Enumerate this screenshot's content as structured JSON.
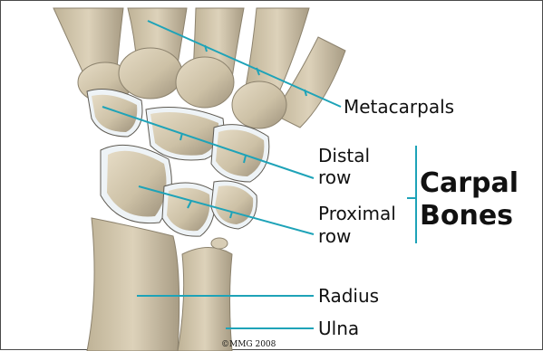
{
  "labels": {
    "metacarpals": "Metacarpals",
    "distal": "Distal",
    "distal_row": "row",
    "proximal": "Proximal",
    "proximal_row": "row",
    "radius": "Radius",
    "ulna": "Ulna",
    "carpal": "Carpal",
    "bones": "Bones"
  },
  "copyright": "©MMG 2008",
  "colors": {
    "leader_line": "#1ea3b8",
    "bone": "#cdc1a6",
    "bone_highlight": "#e6dcc6",
    "bone_shadow": "#7f7565",
    "cartilage": "#eef3f6",
    "text": "#111111"
  }
}
